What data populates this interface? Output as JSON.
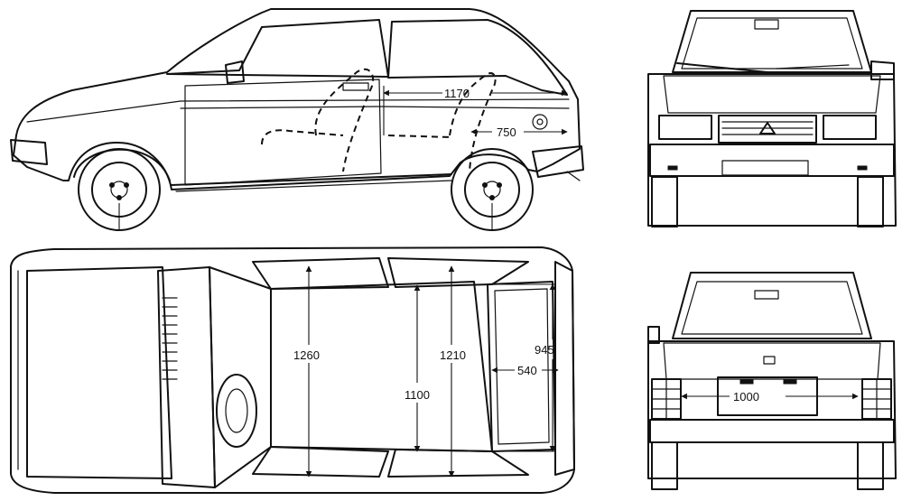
{
  "dimensions": {
    "side_interior_length": "1170",
    "side_cargo_length": "750",
    "top_front_seat_width": "1260",
    "top_rear_seat_width": "1210",
    "top_rear_floor_width": "1100",
    "top_tailgate_height": "945",
    "top_cargo_depth": "540",
    "rear_tailgate_opening_width": "1000"
  }
}
